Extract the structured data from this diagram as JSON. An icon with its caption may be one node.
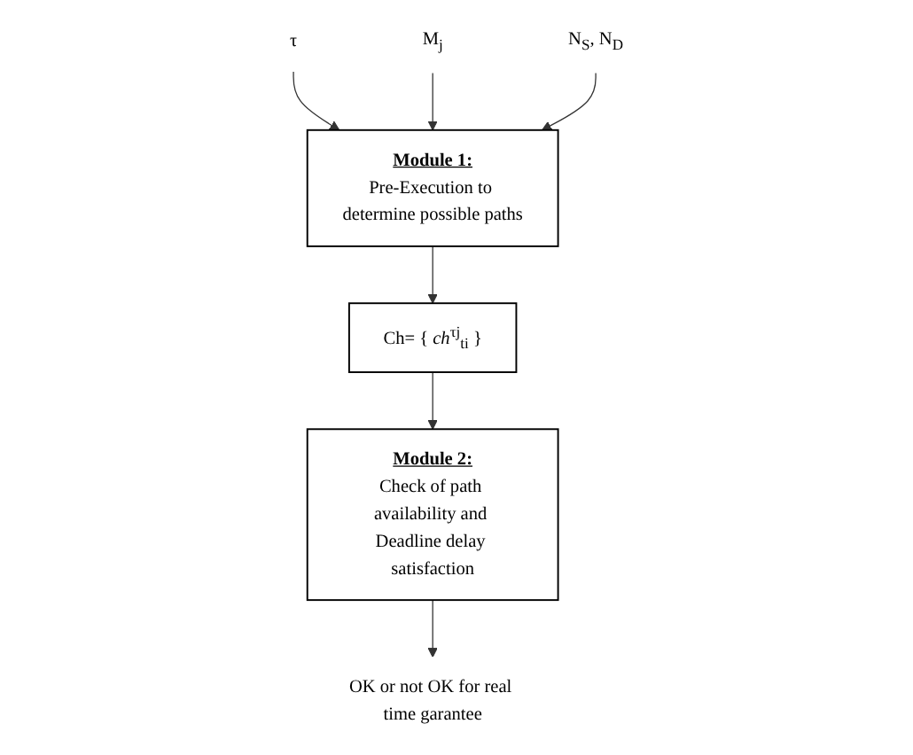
{
  "diagram": {
    "nodes": [
      {
        "text": [
          "τ"
        ]
      },
      {
        "text": [
          "Module 1:",
          "Pre-Execution to determine possible paths"
        ]
      },
      {
        "text": [
          "Ch= { *ch*$^{τj}$$_{ti}$ }"
        ]
      },
      {
        "text": [
          "M$_{j}$"
        ]
      },
      {
        "text": [
          "N$_{S}$, N$_{D}$"
        ]
      },
      {
        "text": [
          "Module 2:",
          "Check of path availability and Deadline delay satisfaction"
        ]
      },
      {
        "text": [
          "OK or not OK for real time garantee"
        ]
      }
    ],
    "edges": [
      {
        "from": 0,
        "to": 1,
        "arrow": "to"
      },
      {
        "from": 1,
        "to": 2,
        "arrow": "to"
      },
      {
        "from": 3,
        "to": 1,
        "arrow": "to"
      },
      {
        "from": 4,
        "to": 1,
        "arrow": "to"
      },
      {
        "from": 2,
        "to": 5,
        "arrow": "to"
      },
      {
        "from": 5,
        "to": 6,
        "arrow": "to"
      }
    ]
  }
}
